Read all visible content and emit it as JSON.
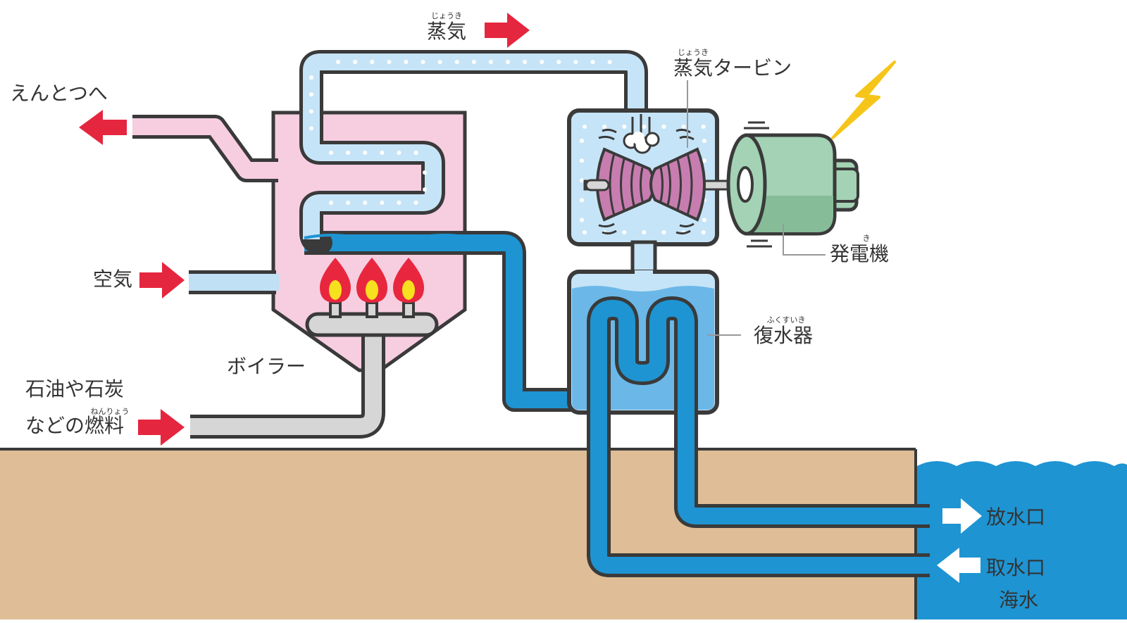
{
  "labels": {
    "steam": "蒸気",
    "steam_ruby": "じょうき",
    "turbine": "蒸気タービン",
    "turbine_ruby": "じょうき",
    "chimney": "えんとつへ",
    "air": "空気",
    "generator": "発電機",
    "generator_ruby": "き",
    "condenser": "復水器",
    "condenser_ruby": "ふくすいき",
    "boiler": "ボイラー",
    "fuel_line1": "石油や石炭",
    "fuel_line2": "などの燃料",
    "fuel_ruby": "ねんりょう",
    "outlet": "放水口",
    "intake": "取水口",
    "seawater": "海水"
  },
  "colors": {
    "outline": "#3a3a3a",
    "steam": "#c6e4f7",
    "water": "#1e94d2",
    "condenser_water": "#6bb8e8",
    "boiler": "#f7cde0",
    "ground": "#dfbd96",
    "sea": "#1e94d2",
    "arrow": "#e5263f",
    "turbine": "#c77db0",
    "generator": "#a3d2b4",
    "fuel_pipe": "#d6d6d6",
    "flame": "#e8273f",
    "flame_core": "#f7e01e",
    "lightning": "#f6c51a"
  },
  "icons": [
    "flame-icon",
    "lightning-icon",
    "arrow-right-icon",
    "arrow-left-icon"
  ]
}
